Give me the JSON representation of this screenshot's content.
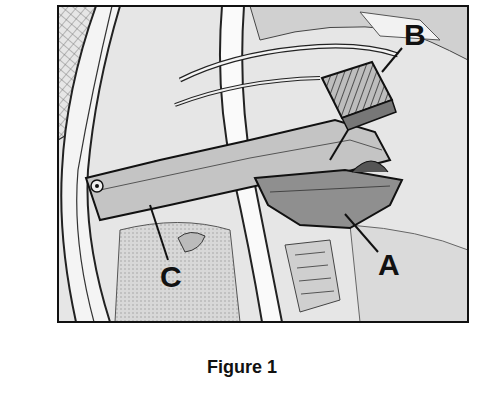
{
  "diagram": {
    "caption": "Figure 1",
    "labels": [
      "B",
      "A",
      "C"
    ]
  }
}
